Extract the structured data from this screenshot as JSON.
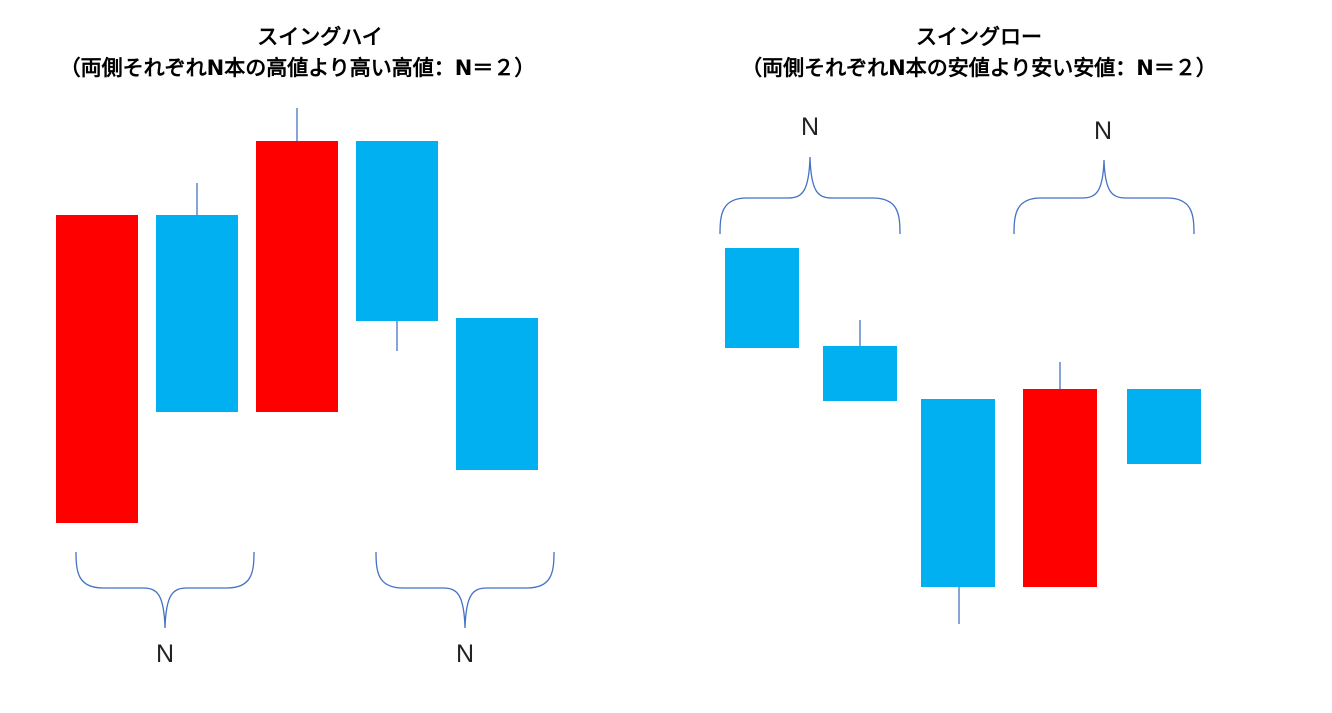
{
  "swing_high": {
    "title": "スイングハイ",
    "subtitle": "（両側それぞれN本の高値より高い高値：N＝２）",
    "bracket_left_label": "N",
    "bracket_right_label": "N"
  },
  "swing_low": {
    "title": "スイングロー",
    "subtitle": "（両側それぞれN本の安値より安い安値：N＝２）",
    "bracket_left_label": "N",
    "bracket_right_label": "N"
  },
  "colors": {
    "bullish": "#ff0000",
    "bearish": "#00b0f0",
    "wick": "#4472c4",
    "bracket": "#4472c4"
  }
}
